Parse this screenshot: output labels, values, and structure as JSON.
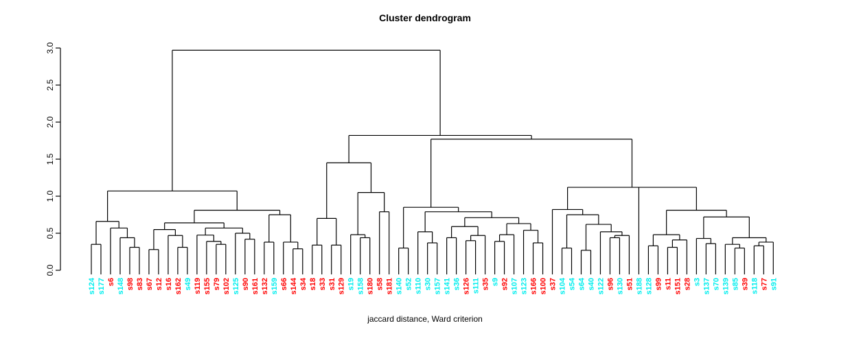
{
  "header": {
    "title": "Cluster dendrogram"
  },
  "footer": {
    "caption": "jaccard distance, Ward criterion"
  },
  "chart_data": {
    "type": "dendrogram",
    "title": "Cluster dendrogram",
    "xlabel": "jaccard distance, Ward criterion",
    "ylabel": "",
    "ylim": [
      0,
      3
    ],
    "yticks": [
      0,
      0.5,
      1,
      1.5,
      2,
      2.5,
      3
    ],
    "ytick_labels": [
      "0.0",
      "0.5",
      "1.0",
      "1.5",
      "2.0",
      "2.5",
      "3.0"
    ],
    "grid": false,
    "line_color": "#000000",
    "leaf_palette": {
      "cyan": "#00eeee",
      "red": "#ff0000"
    },
    "leaves": [
      {
        "label": "s124",
        "color": "cyan"
      },
      {
        "label": "s177",
        "color": "cyan"
      },
      {
        "label": "s6",
        "color": "red"
      },
      {
        "label": "s148",
        "color": "cyan"
      },
      {
        "label": "s98",
        "color": "red"
      },
      {
        "label": "s83",
        "color": "red"
      },
      {
        "label": "s67",
        "color": "red"
      },
      {
        "label": "s12",
        "color": "red"
      },
      {
        "label": "s16",
        "color": "red"
      },
      {
        "label": "s162",
        "color": "red"
      },
      {
        "label": "s49",
        "color": "cyan"
      },
      {
        "label": "s119",
        "color": "red"
      },
      {
        "label": "s155",
        "color": "red"
      },
      {
        "label": "s79",
        "color": "red"
      },
      {
        "label": "s102",
        "color": "red"
      },
      {
        "label": "s125",
        "color": "cyan"
      },
      {
        "label": "s90",
        "color": "red"
      },
      {
        "label": "s161",
        "color": "red"
      },
      {
        "label": "s132",
        "color": "red"
      },
      {
        "label": "s159",
        "color": "cyan"
      },
      {
        "label": "s66",
        "color": "red"
      },
      {
        "label": "s144",
        "color": "red"
      },
      {
        "label": "s34",
        "color": "red"
      },
      {
        "label": "s18",
        "color": "red"
      },
      {
        "label": "s33",
        "color": "red"
      },
      {
        "label": "s31",
        "color": "red"
      },
      {
        "label": "s129",
        "color": "red"
      },
      {
        "label": "s19",
        "color": "cyan"
      },
      {
        "label": "s158",
        "color": "cyan"
      },
      {
        "label": "s180",
        "color": "red"
      },
      {
        "label": "s58",
        "color": "red"
      },
      {
        "label": "s181",
        "color": "red"
      },
      {
        "label": "s140",
        "color": "cyan"
      },
      {
        "label": "s52",
        "color": "cyan"
      },
      {
        "label": "s110",
        "color": "cyan"
      },
      {
        "label": "s30",
        "color": "cyan"
      },
      {
        "label": "s157",
        "color": "cyan"
      },
      {
        "label": "s141",
        "color": "cyan"
      },
      {
        "label": "s36",
        "color": "cyan"
      },
      {
        "label": "s126",
        "color": "red"
      },
      {
        "label": "s111",
        "color": "cyan"
      },
      {
        "label": "s35",
        "color": "red"
      },
      {
        "label": "s9",
        "color": "cyan"
      },
      {
        "label": "s92",
        "color": "red"
      },
      {
        "label": "s107",
        "color": "cyan"
      },
      {
        "label": "s123",
        "color": "cyan"
      },
      {
        "label": "s166",
        "color": "red"
      },
      {
        "label": "s100",
        "color": "red"
      },
      {
        "label": "s37",
        "color": "red"
      },
      {
        "label": "s104",
        "color": "cyan"
      },
      {
        "label": "s54",
        "color": "cyan"
      },
      {
        "label": "s64",
        "color": "cyan"
      },
      {
        "label": "s40",
        "color": "cyan"
      },
      {
        "label": "s122",
        "color": "cyan"
      },
      {
        "label": "s96",
        "color": "red"
      },
      {
        "label": "s130",
        "color": "cyan"
      },
      {
        "label": "s51",
        "color": "red"
      },
      {
        "label": "s188",
        "color": "cyan"
      },
      {
        "label": "s128",
        "color": "cyan"
      },
      {
        "label": "s99",
        "color": "red"
      },
      {
        "label": "s11",
        "color": "red"
      },
      {
        "label": "s151",
        "color": "red"
      },
      {
        "label": "s28",
        "color": "red"
      },
      {
        "label": "s3",
        "color": "cyan"
      },
      {
        "label": "s137",
        "color": "cyan"
      },
      {
        "label": "s70",
        "color": "cyan"
      },
      {
        "label": "s139",
        "color": "cyan"
      },
      {
        "label": "s85",
        "color": "cyan"
      },
      {
        "label": "s39",
        "color": "red"
      },
      {
        "label": "s118",
        "color": "cyan"
      },
      {
        "label": "s77",
        "color": "red"
      },
      {
        "label": "s91",
        "color": "cyan"
      }
    ],
    "tree": {
      "h": 2.97,
      "c": [
        {
          "h": 1.07,
          "c": [
            {
              "h": 0.66,
              "c": [
                {
                  "h": 0.35,
                  "c": [
                    "s124",
                    "s177"
                  ]
                },
                {
                  "h": 0.57,
                  "c": [
                    "s6",
                    {
                      "h": 0.44,
                      "c": [
                        "s148",
                        {
                          "h": 0.31,
                          "c": [
                            "s98",
                            "s83"
                          ]
                        }
                      ]
                    }
                  ]
                }
              ]
            },
            {
              "h": 0.81,
              "c": [
                {
                  "h": 0.64,
                  "c": [
                    {
                      "h": 0.55,
                      "c": [
                        {
                          "h": 0.28,
                          "c": [
                            "s67",
                            "s12"
                          ]
                        },
                        {
                          "h": 0.47,
                          "c": [
                            "s16",
                            {
                              "h": 0.31,
                              "c": [
                                "s162",
                                "s49"
                              ]
                            }
                          ]
                        }
                      ]
                    },
                    {
                      "h": 0.57,
                      "c": [
                        {
                          "h": 0.475,
                          "c": [
                            "s119",
                            {
                              "h": 0.39,
                              "c": [
                                "s155",
                                {
                                  "h": 0.35,
                                  "c": [
                                    "s79",
                                    "s102"
                                  ]
                                }
                              ]
                            }
                          ]
                        },
                        {
                          "h": 0.5,
                          "c": [
                            "s125",
                            {
                              "h": 0.42,
                              "c": [
                                "s90",
                                "s161"
                              ]
                            }
                          ]
                        }
                      ]
                    }
                  ]
                },
                {
                  "h": 0.75,
                  "c": [
                    {
                      "h": 0.38,
                      "c": [
                        "s132",
                        "s159"
                      ]
                    },
                    {
                      "h": 0.38,
                      "c": [
                        "s66",
                        {
                          "h": 0.29,
                          "c": [
                            "s144",
                            "s34"
                          ]
                        }
                      ]
                    }
                  ]
                }
              ]
            }
          ]
        },
        {
          "h": 1.82,
          "c": [
            {
              "h": 1.45,
              "c": [
                {
                  "h": 0.7,
                  "c": [
                    {
                      "h": 0.34,
                      "c": [
                        "s18",
                        "s33"
                      ]
                    },
                    {
                      "h": 0.34,
                      "c": [
                        "s31",
                        "s129"
                      ]
                    }
                  ]
                },
                {
                  "h": 1.05,
                  "c": [
                    {
                      "h": 0.48,
                      "c": [
                        "s19",
                        {
                          "h": 0.44,
                          "c": [
                            "s158",
                            "s180"
                          ]
                        }
                      ]
                    },
                    {
                      "h": 0.79,
                      "c": [
                        "s58",
                        "s181"
                      ]
                    }
                  ]
                }
              ]
            },
            {
              "h": 1.77,
              "c": [
                {
                  "h": 0.85,
                  "c": [
                    {
                      "h": 0.3,
                      "c": [
                        "s140",
                        "s52"
                      ]
                    },
                    {
                      "h": 0.79,
                      "c": [
                        {
                          "h": 0.52,
                          "c": [
                            "s110",
                            {
                              "h": 0.37,
                              "c": [
                                "s30",
                                "s157"
                              ]
                            }
                          ]
                        },
                        {
                          "h": 0.71,
                          "c": [
                            {
                              "h": 0.59,
                              "c": [
                                {
                                  "h": 0.44,
                                  "c": [
                                    "s141",
                                    "s36"
                                  ]
                                },
                                {
                                  "h": 0.47,
                                  "c": [
                                    {
                                      "h": 0.4,
                                      "c": [
                                        "s126",
                                        "s111"
                                      ]
                                    },
                                    "s35"
                                  ]
                                }
                              ]
                            },
                            {
                              "h": 0.63,
                              "c": [
                                {
                                  "h": 0.48,
                                  "c": [
                                    {
                                      "h": 0.39,
                                      "c": [
                                        "s9",
                                        "s92"
                                      ]
                                    },
                                    "s107"
                                  ]
                                },
                                {
                                  "h": 0.54,
                                  "c": [
                                    "s123",
                                    {
                                      "h": 0.37,
                                      "c": [
                                        "s166",
                                        "s100"
                                      ]
                                    }
                                  ]
                                }
                              ]
                            }
                          ]
                        }
                      ]
                    }
                  ]
                },
                {
                  "h": 1.12,
                  "c": [
                    {
                      "h": 0.82,
                      "c": [
                        "s37",
                        {
                          "h": 0.75,
                          "c": [
                            {
                              "h": 0.3,
                              "c": [
                                "s104",
                                "s54"
                              ]
                            },
                            {
                              "h": 0.62,
                              "c": [
                                {
                                  "h": 0.27,
                                  "c": [
                                    "s64",
                                    "s40"
                                  ]
                                },
                                {
                                  "h": 0.52,
                                  "c": [
                                    "s122",
                                    {
                                      "h": 0.47,
                                      "c": [
                                        {
                                          "h": 0.44,
                                          "c": [
                                            "s96",
                                            "s130"
                                          ]
                                        },
                                        "s51"
                                      ]
                                    }
                                  ]
                                }
                              ]
                            }
                          ]
                        }
                      ]
                    },
                    "s188",
                    {
                      "h": 0.81,
                      "c": [
                        {
                          "h": 0.48,
                          "c": [
                            {
                              "h": 0.33,
                              "c": [
                                "s128",
                                "s99"
                              ]
                            },
                            {
                              "h": 0.41,
                              "c": [
                                {
                                  "h": 0.31,
                                  "c": [
                                    "s11",
                                    "s151"
                                  ]
                                },
                                "s28"
                              ]
                            }
                          ]
                        },
                        {
                          "h": 0.72,
                          "c": [
                            {
                              "h": 0.43,
                              "c": [
                                "s3",
                                {
                                  "h": 0.36,
                                  "c": [
                                    "s137",
                                    "s70"
                                  ]
                                }
                              ]
                            },
                            {
                              "h": 0.44,
                              "c": [
                                {
                                  "h": 0.35,
                                  "c": [
                                    "s139",
                                    {
                                      "h": 0.3,
                                      "c": [
                                        "s85",
                                        "s39"
                                      ]
                                    }
                                  ]
                                },
                                {
                                  "h": 0.38,
                                  "c": [
                                    {
                                      "h": 0.33,
                                      "c": [
                                        "s118",
                                        "s77"
                                      ]
                                    },
                                    "s91"
                                  ]
                                }
                              ]
                            }
                          ]
                        }
                      ]
                    }
                  ]
                }
              ]
            }
          ]
        }
      ]
    },
    "layout": {
      "leaf_x0": 133,
      "leaf_dx": 13.99,
      "y_zero": 394,
      "y_scale": 108,
      "leaf_base_y": 400,
      "axis_x": 88,
      "tick_len": 7,
      "label_top_y": 405
    }
  }
}
